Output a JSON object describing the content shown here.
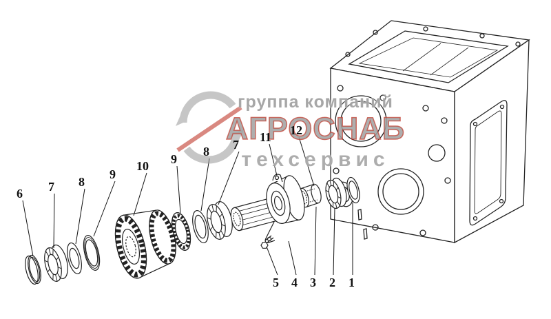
{
  "diagram": {
    "type": "exploded-parts-diagram",
    "callouts": [
      {
        "label": "6"
      },
      {
        "label": "7"
      },
      {
        "label": "8"
      },
      {
        "label": "9"
      },
      {
        "label": "10"
      },
      {
        "label": "9"
      },
      {
        "label": "8"
      },
      {
        "label": "7"
      },
      {
        "label": "11"
      },
      {
        "label": "12"
      },
      {
        "label": "5"
      },
      {
        "label": "4"
      },
      {
        "label": "3"
      },
      {
        "label": "2"
      },
      {
        "label": "1"
      }
    ]
  },
  "watermark": {
    "company_type": "группа компаний",
    "brand": "АГРОСНАБ",
    "division": "техсервис",
    "gray": "#999999",
    "red": "#c0392b"
  }
}
